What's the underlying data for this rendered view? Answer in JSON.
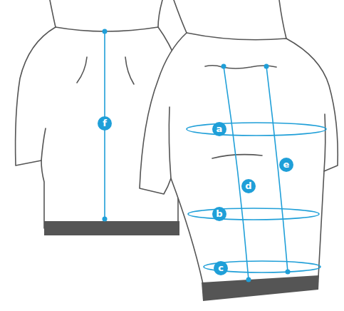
{
  "diagram": {
    "labels": [
      "f",
      "a",
      "e",
      "d",
      "b",
      "c"
    ]
  }
}
